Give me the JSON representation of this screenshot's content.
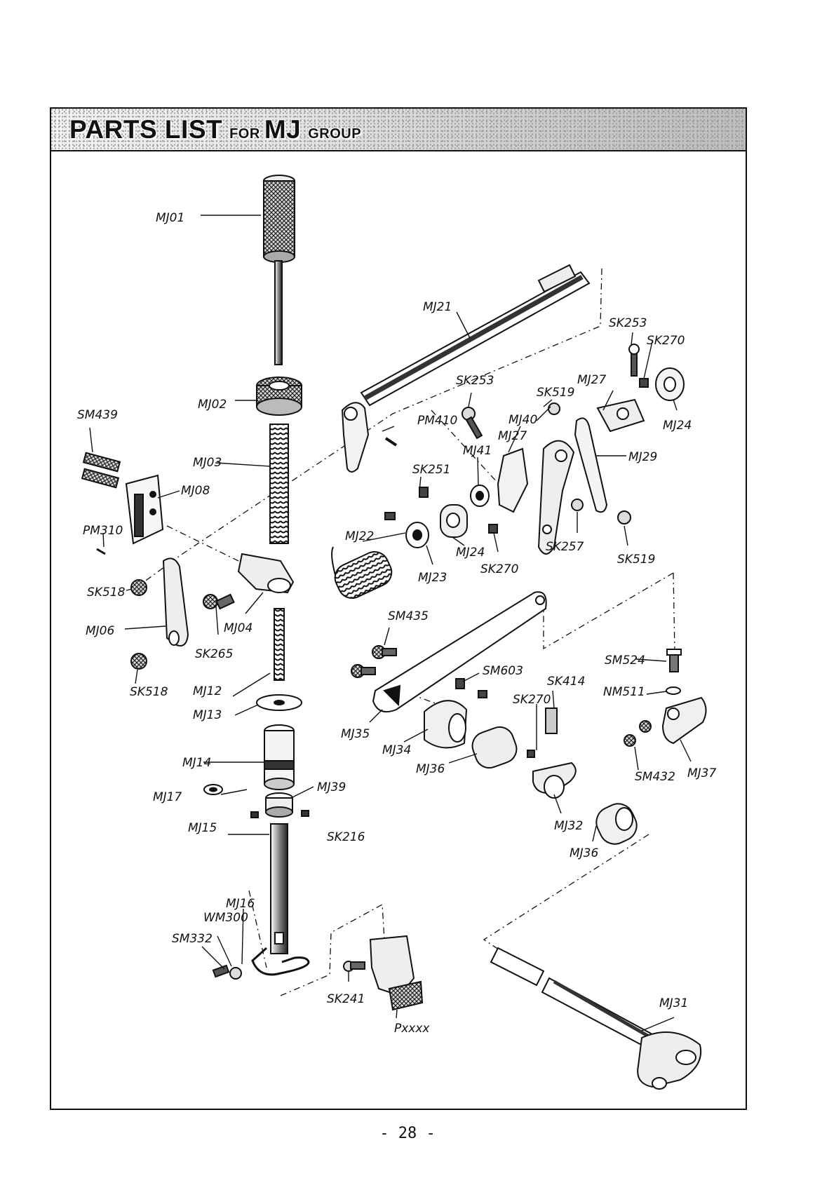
{
  "header": {
    "title_part1": "PARTS LIST",
    "title_for": "FOR",
    "title_group_code": "MJ",
    "title_group_word": "GROUP"
  },
  "labels": {
    "MJ01": "MJ01",
    "MJ02": "MJ02",
    "MJ03": "MJ03",
    "MJ04": "MJ04",
    "MJ06": "MJ06",
    "MJ08": "MJ08",
    "MJ12": "MJ12",
    "MJ13": "MJ13",
    "MJ14": "MJ14",
    "MJ15": "MJ15",
    "MJ16": "MJ16",
    "MJ17": "MJ17",
    "MJ21": "MJ21",
    "MJ22": "MJ22",
    "MJ23": "MJ23",
    "MJ24a": "MJ24",
    "MJ24b": "MJ24",
    "MJ27a": "MJ27",
    "MJ27b": "MJ27",
    "MJ29": "MJ29",
    "MJ31": "MJ31",
    "MJ32": "MJ32",
    "MJ34": "MJ34",
    "MJ35": "MJ35",
    "MJ36a": "MJ36",
    "MJ36b": "MJ36",
    "MJ37": "MJ37",
    "MJ39": "MJ39",
    "MJ40": "MJ40",
    "MJ41": "MJ41",
    "SM439": "SM439",
    "SM435": "SM435",
    "SM603": "SM603",
    "SM524": "SM524",
    "SM432": "SM432",
    "SM332": "SM332",
    "PM310": "PM310",
    "PM410": "PM410",
    "SK518a": "SK518",
    "SK518b": "SK518",
    "SK265": "SK265",
    "SK216": "SK216",
    "SK241": "SK241",
    "SK251": "SK251",
    "SK253a": "SK253",
    "SK253b": "SK253",
    "SK257": "SK257",
    "SK270a": "SK270",
    "SK270b": "SK270",
    "SK270c": "SK270",
    "SK414": "SK414",
    "SK519a": "SK519",
    "SK519b": "SK519",
    "NM511": "NM511",
    "WM300": "WM300",
    "PXXXX": "Pxxxx"
  },
  "page_number": "- 28 -"
}
